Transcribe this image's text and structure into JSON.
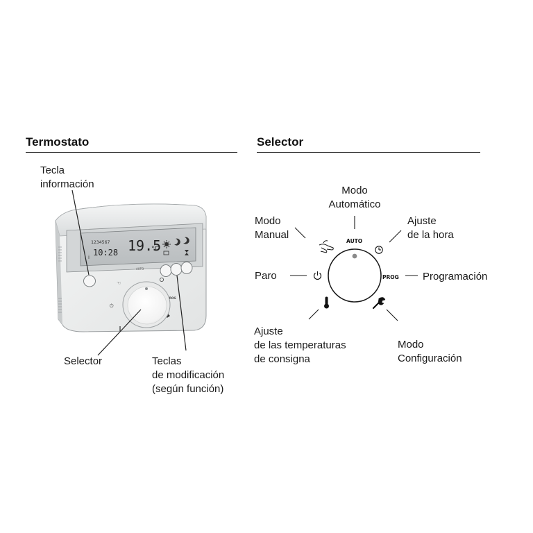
{
  "sections": {
    "left_title": "Termostato",
    "right_title": "Selector"
  },
  "thermostat": {
    "label_info": [
      "Tecla",
      "información"
    ],
    "label_selector": "Selector",
    "label_keys": [
      "Teclas",
      "de modificación",
      "(según función)"
    ],
    "display": {
      "days": "1234567",
      "clock": "10:28",
      "temperature": "19.5",
      "unit": "°C"
    },
    "auto_text": "AUTO",
    "prog_text": "PROG"
  },
  "selector": {
    "auto_text": "AUTO",
    "prog_text": "PROG",
    "labels": {
      "automatic": [
        "Modo",
        "Automático"
      ],
      "manual": [
        "Modo",
        "Manual"
      ],
      "time": [
        "Ajuste",
        "de la hora"
      ],
      "off": "Paro",
      "programming": "Programación",
      "setpoint": [
        "Ajuste",
        "de las temperaturas",
        "de consigna"
      ],
      "configuration": [
        "Modo",
        "Configuración"
      ]
    }
  }
}
